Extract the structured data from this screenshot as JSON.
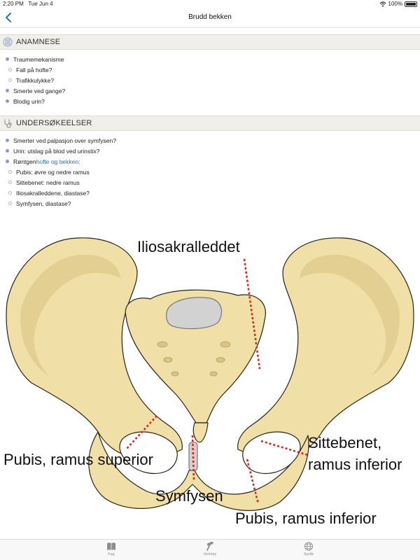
{
  "status_bar": {
    "time": "2:20 PM",
    "date": "Tue Jun 4",
    "battery": "100%"
  },
  "nav": {
    "title": "Brudd bekken",
    "back_icon": "chevron-left-icon"
  },
  "sections": {
    "anamnese": {
      "title": "ANAMNESE",
      "icon": "document-icon",
      "items": [
        {
          "text": "Traumemekanisme",
          "level": 0
        },
        {
          "text": "Fall på hofte?",
          "level": 1
        },
        {
          "text": "Trafikkulykke?",
          "level": 1
        },
        {
          "text": "Smerte ved gange?",
          "level": 0
        },
        {
          "text": "Blodig urin?",
          "level": 0
        }
      ]
    },
    "undersokelser": {
      "title": "UNDERSØKEELSER",
      "icon": "stethoscope-icon",
      "items": [
        {
          "text": "Smerter ved palpasjon over symfysen?",
          "level": 0
        },
        {
          "text": "Urin: utslag på blod ved urinstix?",
          "level": 0
        },
        {
          "text_prefix": "Røntgen ",
          "link": "hofte og bekken",
          "text_suffix": ":",
          "level": 0
        },
        {
          "text": "Pubis: øvre og nedre ramus",
          "level": 1
        },
        {
          "text": "Sittebenet: nedre ramus",
          "level": 1
        },
        {
          "text": "Iliosakralleddene, diastase?",
          "level": 1
        },
        {
          "text": "Symfysen, diastase?",
          "level": 1
        }
      ]
    }
  },
  "figure": {
    "labels": {
      "iliosakral": "Iliosakralleddet",
      "pubis_superior": "Pubis, ramus superior",
      "symfysen": "Symfysen",
      "sittebenet_line1": "Sittebenet,",
      "sittebenet_line2": "ramus inferior",
      "pubis_inferior": "Pubis, ramus inferior"
    },
    "colors": {
      "bone": "#f0dfa6",
      "bone_shade": "#d9c385",
      "outline": "#2a2418",
      "fracture_line": "#e0241b",
      "sacral_disc": "#d2d2d2"
    }
  },
  "tabbar": {
    "tabs": [
      {
        "label": "Fag",
        "icon": "book-icon"
      },
      {
        "label": "Verktøy",
        "icon": "hammer-icon"
      },
      {
        "label": "Språk",
        "icon": "globe-icon"
      }
    ]
  }
}
